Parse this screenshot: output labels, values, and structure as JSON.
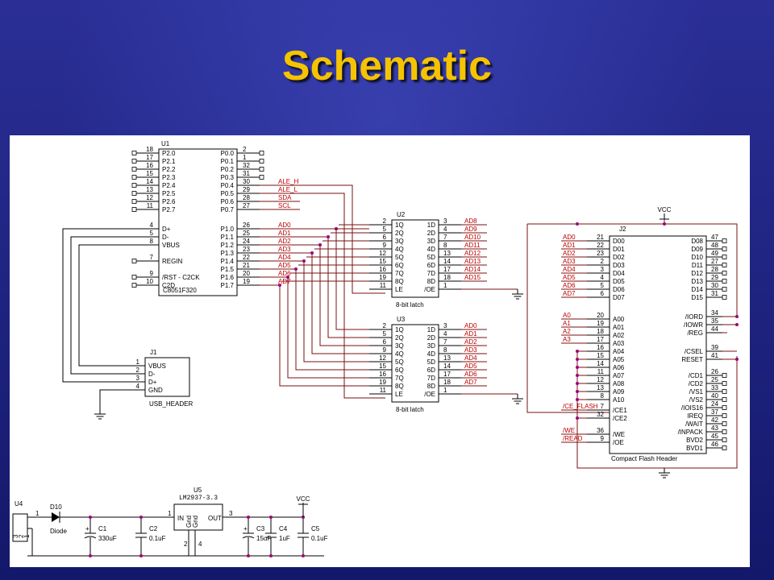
{
  "title": "Schematic",
  "u1": {
    "ref": "U1",
    "part": "C8051F320",
    "left_pins": [
      {
        "num": "18",
        "name": "P2.0"
      },
      {
        "num": "17",
        "name": "P2.1"
      },
      {
        "num": "16",
        "name": "P2.2"
      },
      {
        "num": "15",
        "name": "P2.3"
      },
      {
        "num": "14",
        "name": "P2.4"
      },
      {
        "num": "13",
        "name": "P2.5"
      },
      {
        "num": "12",
        "name": "P2.6"
      },
      {
        "num": "11",
        "name": "P2.7"
      },
      {
        "num": "4",
        "name": "D+"
      },
      {
        "num": "5",
        "name": "D-"
      },
      {
        "num": "8",
        "name": "VBUS"
      },
      {
        "num": "7",
        "name": "REGIN"
      },
      {
        "num": "9",
        "name": "/RST - C2CK"
      },
      {
        "num": "10",
        "name": "C2D"
      }
    ],
    "right_pins": [
      {
        "num": "2",
        "name": "P0.0",
        "net": ""
      },
      {
        "num": "1",
        "name": "P0.1",
        "net": ""
      },
      {
        "num": "32",
        "name": "P0.2",
        "net": ""
      },
      {
        "num": "31",
        "name": "P0.3",
        "net": ""
      },
      {
        "num": "30",
        "name": "P0.4",
        "net": "ALE_H"
      },
      {
        "num": "29",
        "name": "P0.5",
        "net": "ALE_L"
      },
      {
        "num": "28",
        "name": "P0.6",
        "net": "SDA"
      },
      {
        "num": "27",
        "name": "P0.7",
        "net": "SCL"
      },
      {
        "num": "26",
        "name": "P1.0",
        "net": "AD0"
      },
      {
        "num": "25",
        "name": "P1.1",
        "net": "AD1"
      },
      {
        "num": "24",
        "name": "P1.2",
        "net": "AD2"
      },
      {
        "num": "23",
        "name": "P1.3",
        "net": "AD3"
      },
      {
        "num": "22",
        "name": "P1.4",
        "net": "AD4"
      },
      {
        "num": "21",
        "name": "P1.5",
        "net": "AD5"
      },
      {
        "num": "20",
        "name": "P1.6",
        "net": "AD6"
      },
      {
        "num": "19",
        "name": "P1.7",
        "net": "AD7"
      }
    ]
  },
  "u2": {
    "ref": "U2",
    "desc": "8-bit latch",
    "left_pins": [
      {
        "num": "2",
        "name": "1Q"
      },
      {
        "num": "5",
        "name": "2Q"
      },
      {
        "num": "6",
        "name": "3Q"
      },
      {
        "num": "9",
        "name": "4Q"
      },
      {
        "num": "12",
        "name": "5Q"
      },
      {
        "num": "15",
        "name": "6Q"
      },
      {
        "num": "16",
        "name": "7Q"
      },
      {
        "num": "19",
        "name": "8Q"
      },
      {
        "num": "11",
        "name": "LE"
      }
    ],
    "right_pins": [
      {
        "num": "3",
        "name": "1D",
        "net": "AD8"
      },
      {
        "num": "4",
        "name": "2D",
        "net": "AD9"
      },
      {
        "num": "7",
        "name": "3D",
        "net": "AD10"
      },
      {
        "num": "8",
        "name": "4D",
        "net": "AD11"
      },
      {
        "num": "13",
        "name": "5D",
        "net": "AD12"
      },
      {
        "num": "14",
        "name": "6D",
        "net": "AD13"
      },
      {
        "num": "17",
        "name": "7D",
        "net": "AD14"
      },
      {
        "num": "18",
        "name": "8D",
        "net": "AD15"
      },
      {
        "num": "1",
        "name": "/OE",
        "net": ""
      }
    ]
  },
  "u3": {
    "ref": "U3",
    "desc": "8-bit latch",
    "left_pins": [
      {
        "num": "2",
        "name": "1Q"
      },
      {
        "num": "5",
        "name": "2Q"
      },
      {
        "num": "6",
        "name": "3Q"
      },
      {
        "num": "9",
        "name": "4Q"
      },
      {
        "num": "12",
        "name": "5Q"
      },
      {
        "num": "15",
        "name": "6Q"
      },
      {
        "num": "16",
        "name": "7Q"
      },
      {
        "num": "19",
        "name": "8Q"
      },
      {
        "num": "11",
        "name": "LE"
      }
    ],
    "right_pins": [
      {
        "num": "3",
        "name": "1D",
        "net": "AD0"
      },
      {
        "num": "4",
        "name": "2D",
        "net": "AD1"
      },
      {
        "num": "7",
        "name": "3D",
        "net": "AD2"
      },
      {
        "num": "8",
        "name": "4D",
        "net": "AD3"
      },
      {
        "num": "13",
        "name": "5D",
        "net": "AD4"
      },
      {
        "num": "14",
        "name": "6D",
        "net": "AD5"
      },
      {
        "num": "17",
        "name": "7D",
        "net": "AD6"
      },
      {
        "num": "18",
        "name": "8D",
        "net": "AD7"
      },
      {
        "num": "1",
        "name": "/OE",
        "net": ""
      }
    ]
  },
  "j1": {
    "ref": "J1",
    "part": "USB_HEADER",
    "pins": [
      {
        "num": "1",
        "name": "VBUS"
      },
      {
        "num": "2",
        "name": "D-"
      },
      {
        "num": "3",
        "name": "D+"
      },
      {
        "num": "4",
        "name": "GND"
      }
    ]
  },
  "j2": {
    "ref": "J2",
    "part": "Compact Flash Header",
    "vcc": "VCC",
    "left_pins": [
      {
        "num": "21",
        "name": "D00",
        "net": "AD0"
      },
      {
        "num": "22",
        "name": "D01",
        "net": "AD1"
      },
      {
        "num": "23",
        "name": "D02",
        "net": "AD2"
      },
      {
        "num": "2",
        "name": "D03",
        "net": "AD3"
      },
      {
        "num": "3",
        "name": "D04",
        "net": "AD4"
      },
      {
        "num": "4",
        "name": "D05",
        "net": "AD5"
      },
      {
        "num": "5",
        "name": "D06",
        "net": "AD6"
      },
      {
        "num": "6",
        "name": "D07",
        "net": "AD7"
      },
      {
        "num": "20",
        "name": "A00",
        "net": "A0"
      },
      {
        "num": "19",
        "name": "A01",
        "net": "A1"
      },
      {
        "num": "18",
        "name": "A02",
        "net": "A2"
      },
      {
        "num": "17",
        "name": "A03",
        "net": "A3"
      },
      {
        "num": "16",
        "name": "A04",
        "net": ""
      },
      {
        "num": "15",
        "name": "A05",
        "net": ""
      },
      {
        "num": "14",
        "name": "A06",
        "net": ""
      },
      {
        "num": "11",
        "name": "A07",
        "net": ""
      },
      {
        "num": "12",
        "name": "A08",
        "net": ""
      },
      {
        "num": "13",
        "name": "A09",
        "net": ""
      },
      {
        "num": "8",
        "name": "A10",
        "net": ""
      },
      {
        "num": "7",
        "name": "/CE1",
        "net": "/CE_FLASH"
      },
      {
        "num": "32",
        "name": "/CE2",
        "net": ""
      },
      {
        "num": "36",
        "name": "/WE",
        "net": "/WE"
      },
      {
        "num": "9",
        "name": "/OE",
        "net": "/READ"
      }
    ],
    "right_pins": [
      {
        "num": "47",
        "name": "D08"
      },
      {
        "num": "48",
        "name": "D09"
      },
      {
        "num": "49",
        "name": "D10"
      },
      {
        "num": "27",
        "name": "D11"
      },
      {
        "num": "28",
        "name": "D12"
      },
      {
        "num": "29",
        "name": "D13"
      },
      {
        "num": "30",
        "name": "D14"
      },
      {
        "num": "31",
        "name": "D15"
      },
      {
        "num": "34",
        "name": "/IORD"
      },
      {
        "num": "35",
        "name": "/IOWR"
      },
      {
        "num": "44",
        "name": "/REG"
      },
      {
        "num": "39",
        "name": "/CSEL"
      },
      {
        "num": "41",
        "name": "RESET"
      },
      {
        "num": "26",
        "name": "/CD1"
      },
      {
        "num": "25",
        "name": "/CD2"
      },
      {
        "num": "33",
        "name": "/VS1"
      },
      {
        "num": "40",
        "name": "/VS2"
      },
      {
        "num": "24",
        "name": "/IOIS16"
      },
      {
        "num": "37",
        "name": "IREQ"
      },
      {
        "num": "42",
        "name": "/WAIT"
      },
      {
        "num": "43",
        "name": "/INPACK"
      },
      {
        "num": "45",
        "name": "BVD2"
      },
      {
        "num": "46",
        "name": "BVD1"
      }
    ]
  },
  "power": {
    "u4_ref": "U4",
    "u4_pins": [
      "3",
      "2",
      "1"
    ],
    "d10_ref": "D10",
    "d10_part": "Diode",
    "d10_pin": "1",
    "c1_ref": "C1",
    "c1_val": "330uF",
    "c2_ref": "C2",
    "c2_val": "0.1uF",
    "u5_ref": "U5",
    "u5_part": "LM2937-3.3",
    "u5_in": "IN",
    "u5_out": "OUT",
    "u5_gnd": "Gnd",
    "u5_gnd2": "Gnd",
    "u5_pin_in": "1",
    "u5_pin_out": "3",
    "u5_pin_gnd1": "2",
    "u5_pin_gnd2": "4",
    "c3_ref": "C3",
    "c3_val": "15uF",
    "c4_ref": "C4",
    "c4_val": "1uF",
    "c5_ref": "C5",
    "c5_val": "0.1uF",
    "vcc": "VCC"
  }
}
